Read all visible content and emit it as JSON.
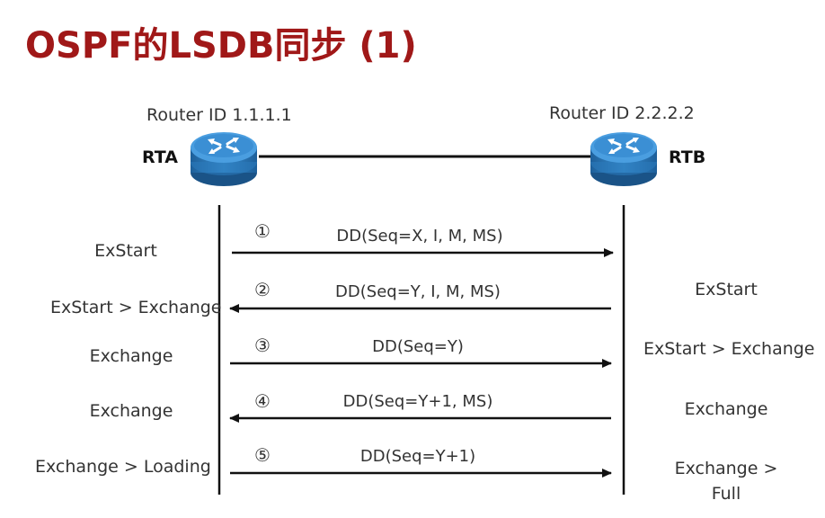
{
  "title": "OSPF的LSDB同步 (1)",
  "routers": {
    "a": {
      "id_label": "Router ID 1.1.1.1",
      "name": "RTA"
    },
    "b": {
      "id_label": "Router ID 2.2.2.2",
      "name": "RTB"
    }
  },
  "messages": [
    {
      "num": "①",
      "text": "DD(Seq=X, I, M, MS)",
      "direction": "right"
    },
    {
      "num": "②",
      "text": "DD(Seq=Y, I, M, MS)",
      "direction": "left"
    },
    {
      "num": "③",
      "text": "DD(Seq=Y)",
      "direction": "right"
    },
    {
      "num": "④",
      "text": "DD(Seq=Y+1, MS)",
      "direction": "left"
    },
    {
      "num": "⑤",
      "text": "DD(Seq=Y+1)",
      "direction": "right"
    }
  ],
  "left_states": [
    "ExStart",
    "ExStart > Exchange",
    "Exchange",
    "Exchange",
    "Exchange > Loading"
  ],
  "right_states": [
    "ExStart",
    "ExStart > Exchange",
    "Exchange",
    "Exchange >",
    "Full"
  ],
  "colors": {
    "title": "#a01818",
    "router": "#2a78b8",
    "line": "#111111"
  }
}
